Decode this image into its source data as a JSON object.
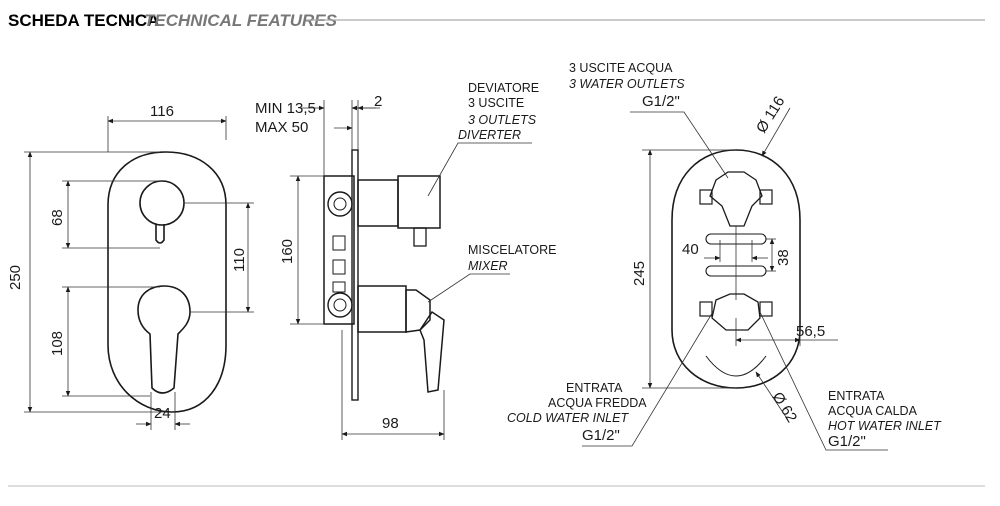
{
  "header": {
    "title": "SCHEDA TECNICA",
    "separator": "-",
    "subtitle": "TECHNICAL FEATURES"
  },
  "front_view": {
    "width": "116",
    "height": "250",
    "upper_knob_offset": "68",
    "knob_spacing": "110",
    "lower_knob_offset": "108",
    "lever_width": "24"
  },
  "side_view": {
    "min_depth": "MIN 13,5",
    "max_depth": "MAX 50",
    "plate_thickness": "2",
    "body_height": "160",
    "total_depth": "98",
    "diverter_label": [
      "DEVIATORE",
      "3 USCITE"
    ],
    "diverter_label_en": [
      "3 OUTLETS",
      "DIVERTER"
    ],
    "mixer_label": "MISCELATORE",
    "mixer_label_en": "MIXER"
  },
  "back_view": {
    "outlets_label": "3 USCITE ACQUA",
    "outlets_label_en": "3 WATER OUTLETS",
    "outlets_thread": "G1/2\"",
    "diameter_top": "Ø 116",
    "height": "245",
    "dim_40": "40",
    "dim_38": "38",
    "dim_56_5": "56,5",
    "diameter_bottom": "Ø 62",
    "cold_label": [
      "ENTRATA",
      "ACQUA FREDDA"
    ],
    "cold_label_en": "COLD WATER INLET",
    "cold_thread": "G1/2\"",
    "hot_label": [
      "ENTRATA",
      "ACQUA CALDA"
    ],
    "hot_label_en": "HOT WATER INLET",
    "hot_thread": "G1/2\""
  }
}
